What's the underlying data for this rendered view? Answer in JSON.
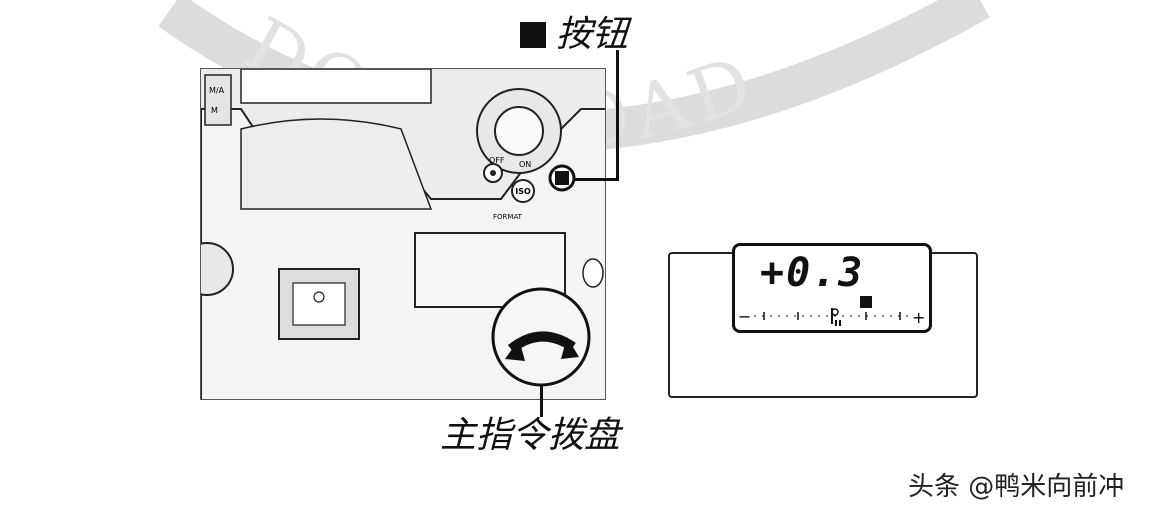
{
  "watermark": {
    "text": "DOWNLOAD"
  },
  "labels": {
    "ev_button": "按钮",
    "main_dial": "主指令拨盘"
  },
  "camera": {
    "power_off": "OFF",
    "power_on": "ON",
    "iso_button": "ISO",
    "format_mark": "FORMAT",
    "mode_marks": [
      "M/A",
      "M"
    ]
  },
  "lcd": {
    "value": "+0.3",
    "scale_minus": "−",
    "scale_plus": "+"
  },
  "credit": "头条 @鸭米向前冲",
  "colors": {
    "ink": "#111111",
    "panel": "#ececec",
    "watermark": "#d9d9d9"
  }
}
